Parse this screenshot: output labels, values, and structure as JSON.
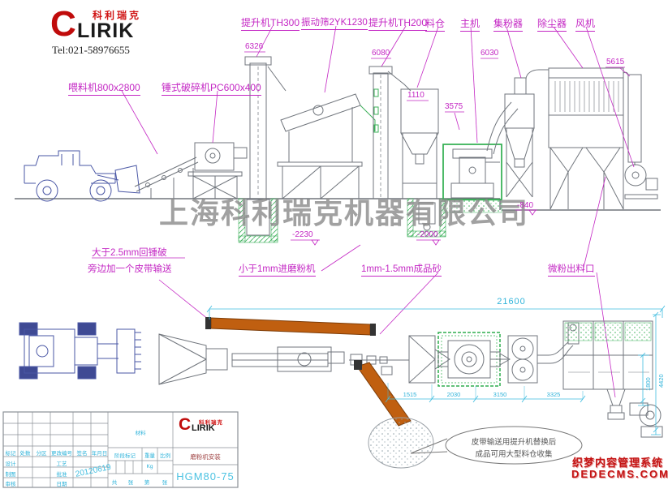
{
  "logo": {
    "brand_cn": "科利瑞克",
    "brand_en_c": "C",
    "brand_en_rest": "LIRIK",
    "tel": "Tel:021-58976655"
  },
  "equipment_labels": {
    "feeder": "喂料机800x2800",
    "crusher": "锤式破碎机PC600x400",
    "elevator_th300": "提升机TH300",
    "screen": "振动筛2YK1230",
    "elevator_th200": "提升机TH200",
    "silo": "料仓",
    "main_mill": "主机",
    "powder_collector": "集粉器",
    "dust_collector": "除尘器",
    "fan": "风机",
    "fine_outlet": "微粉出料口"
  },
  "dimensions": {
    "elev_th300_h": "6326",
    "elev_th200_h": "6080",
    "silo_feed": "1110",
    "mill_feed": "3575",
    "collector_h": "6030",
    "duct_h": "5615",
    "level_minus840": "-840",
    "pit_minus2230": "-2230",
    "pit_minus2000": "-2000",
    "plan_total": "21600",
    "plan_d1": "1515",
    "plan_d2": "2030",
    "plan_d3": "3150",
    "plan_d4": "3325",
    "plan_depth": "4420",
    "plan_depth_inner": "1800"
  },
  "notes": {
    "oversize_line1": "大于2.5mm回锤破",
    "oversize_line2": "旁边加一个皮带输送",
    "to_mill": "小于1mm进磨粉机",
    "product": "1mm-1.5mm成品砂",
    "callout_line1": "皮带输送用提升机替换后",
    "callout_line2": "成品可用大型料仓收集"
  },
  "watermarks": {
    "company": "上海科利瑞克机器有限公司",
    "cms_line1": "织梦内容管理系统",
    "cms_line2": "DEDECMS.COM"
  },
  "title_block": {
    "rev_headers": [
      "标记",
      "处数",
      "分区",
      "更改编号",
      "签名",
      "年月日"
    ],
    "left_labels": [
      "设计",
      "制图",
      "审核"
    ],
    "mid_labels": [
      "工艺",
      "批准",
      "日期"
    ],
    "date_scribble": "20120619",
    "material": "材料",
    "stage_label": "阶段标记",
    "weight_label": "重量",
    "scale_label": "比例",
    "weight_unit": "Kg",
    "sheet_labels": [
      "共",
      "张",
      "第",
      "张"
    ],
    "drawing_name": "磨粉机安装",
    "drawing_no": "HGM80-75"
  }
}
